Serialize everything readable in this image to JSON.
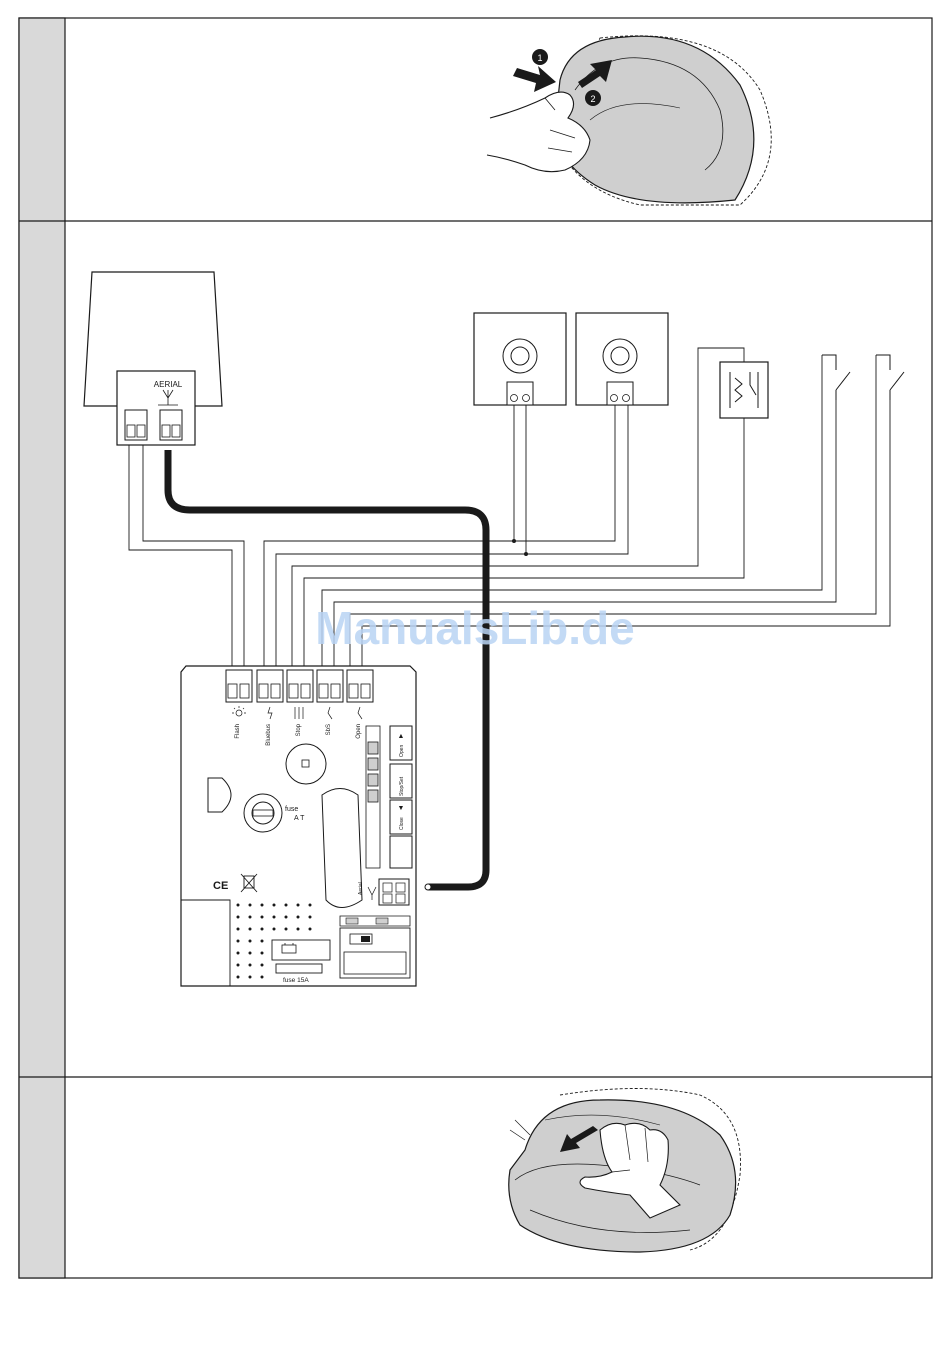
{
  "colors": {
    "line": "#1a1a1a",
    "side_column": "#d9d9d9",
    "hand_fill": "#ffffff",
    "cover_fill": "#cfcfcf",
    "watermark": "#b9d3f3"
  },
  "step1": {
    "markers": [
      "1",
      "2"
    ]
  },
  "step2": {
    "receiver": {
      "terminal_label": "AERIAL"
    },
    "control_unit": {
      "terminals": [
        {
          "label": "Flash",
          "icon": "lamp-icon"
        },
        {
          "label": "Bluebus",
          "icon": "bluebus-icon"
        },
        {
          "label": "Stop",
          "icon": "stop-icon"
        },
        {
          "label": "SbS",
          "icon": "sbs-icon"
        },
        {
          "label": "Open",
          "icon": "open-icon"
        }
      ],
      "buttons": [
        {
          "label": "Open",
          "symbol": "▲"
        },
        {
          "label": "Stop/Set",
          "symbol": ""
        },
        {
          "label": "Close",
          "symbol": "▼"
        }
      ],
      "fuse_small": "fuse",
      "fuse_small_rating": "A T",
      "fuse_main": "fuse 15A",
      "aerial_label": "Aerial",
      "ce_mark": "CE",
      "weee_icon": "crossed-bin-icon",
      "battery_icon": "battery-icon"
    },
    "watermark": "ManualsLib.de"
  }
}
